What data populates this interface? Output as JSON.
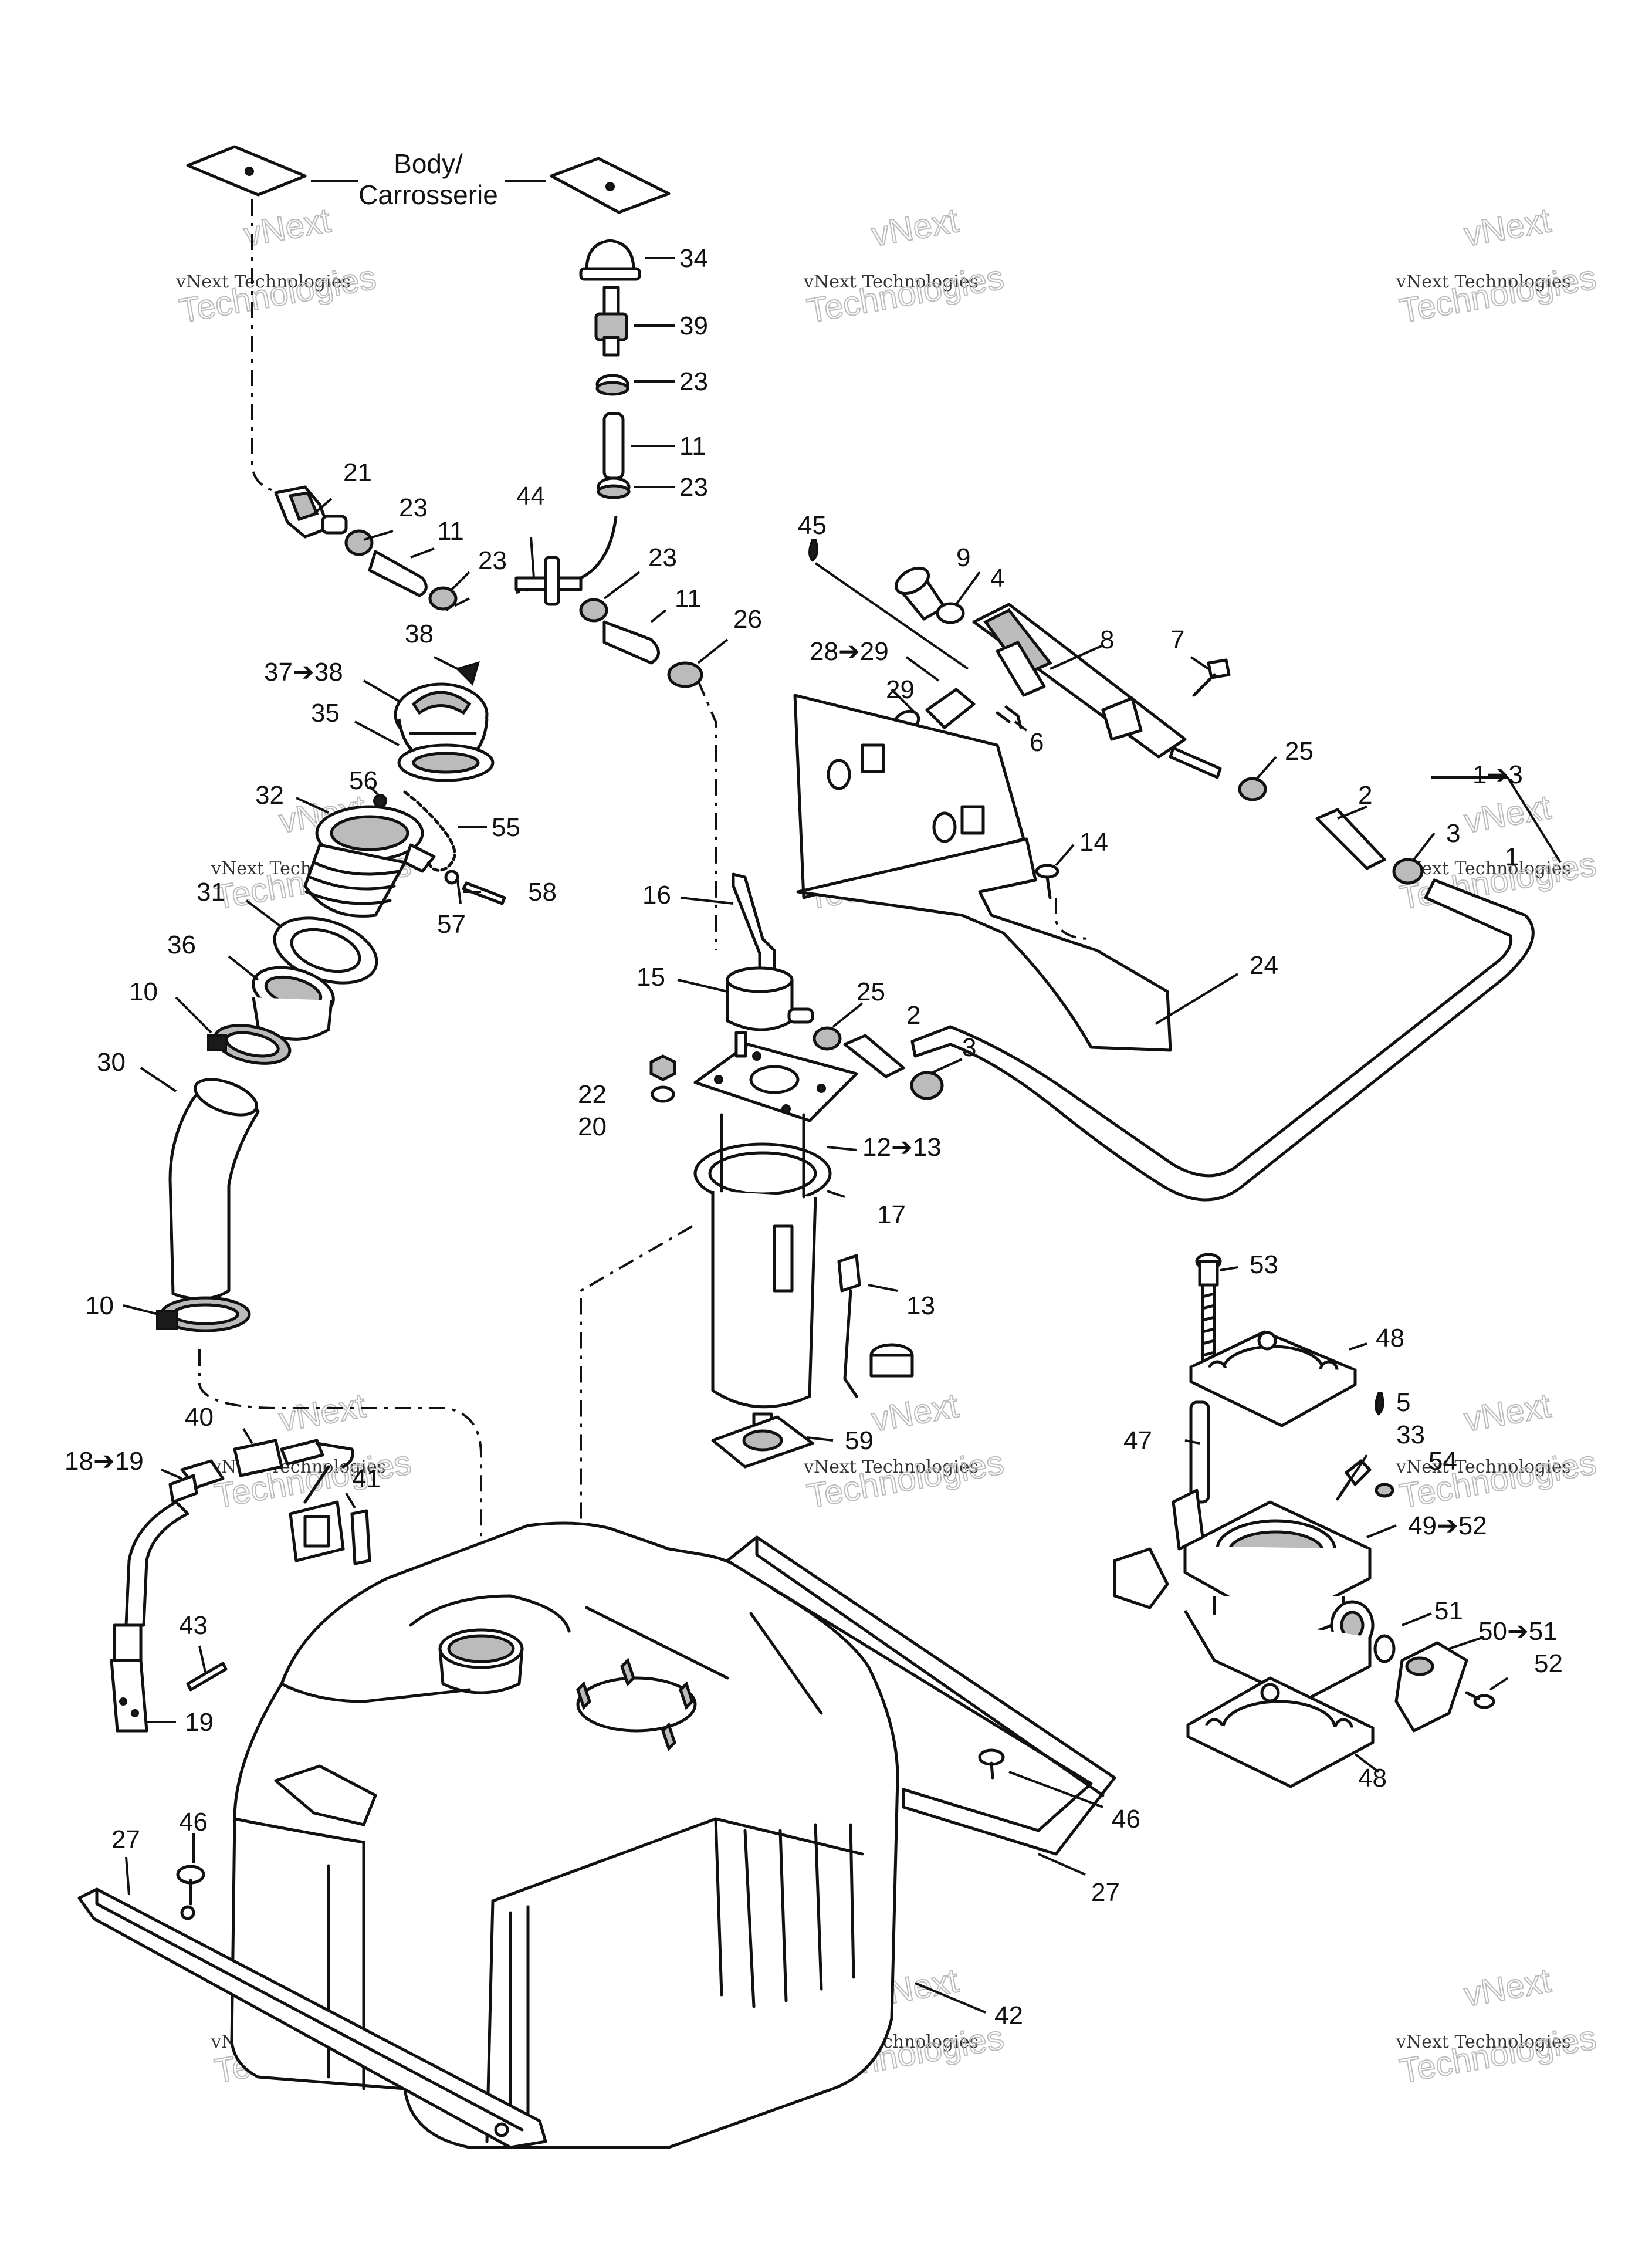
{
  "title_lines": [
    "Body/",
    "Carrosserie"
  ],
  "callouts": {
    "c34": "34",
    "c39": "39",
    "c23a": "23",
    "c11a": "11",
    "c23b": "23",
    "c21": "21",
    "c23c": "23",
    "c11b": "11",
    "c23d": "23",
    "c44": "44",
    "c23e": "23",
    "c11c": "11",
    "c26": "26",
    "c38": "38",
    "c37_38": "37➔38",
    "c35": "35",
    "c56": "56",
    "c32": "32",
    "c55": "55",
    "c58": "58",
    "c57": "57",
    "c31": "31",
    "c36": "36",
    "c10a": "10",
    "c30": "30",
    "c10b": "10",
    "c45": "45",
    "c9": "9",
    "c4": "4",
    "c8": "8",
    "c7": "7",
    "c28_29": "28➔29",
    "c29": "29",
    "c6": "6",
    "c25a": "25",
    "c1_3": "1➔3",
    "c2a": "2",
    "c3a": "3",
    "c1": "1",
    "c14": "14",
    "c24": "24",
    "c16": "16",
    "c15": "15",
    "c25b": "25",
    "c2b": "2",
    "c3b": "3",
    "c22": "22",
    "c20": "20",
    "c12_13": "12➔13",
    "c17": "17",
    "c13": "13",
    "c59": "59",
    "c53": "53",
    "c48a": "48",
    "c5": "5",
    "c47": "47",
    "c33": "33",
    "c54": "54",
    "c49_52": "49➔52",
    "c51": "51",
    "c50_51": "50➔51",
    "c52": "52",
    "c48b": "48",
    "c40": "40",
    "c18_19": "18➔19",
    "c41": "41",
    "c43": "43",
    "c19": "19",
    "c46a": "46",
    "c27a": "27",
    "c46b": "46",
    "c27b": "27",
    "c42": "42"
  },
  "watermark": {
    "line1": "vNext",
    "line2": "vNext Technologies",
    "line3": "Technologies"
  },
  "colors": {
    "ink": "#111111",
    "background": "#ffffff",
    "watermark": "#bbbbbb"
  }
}
